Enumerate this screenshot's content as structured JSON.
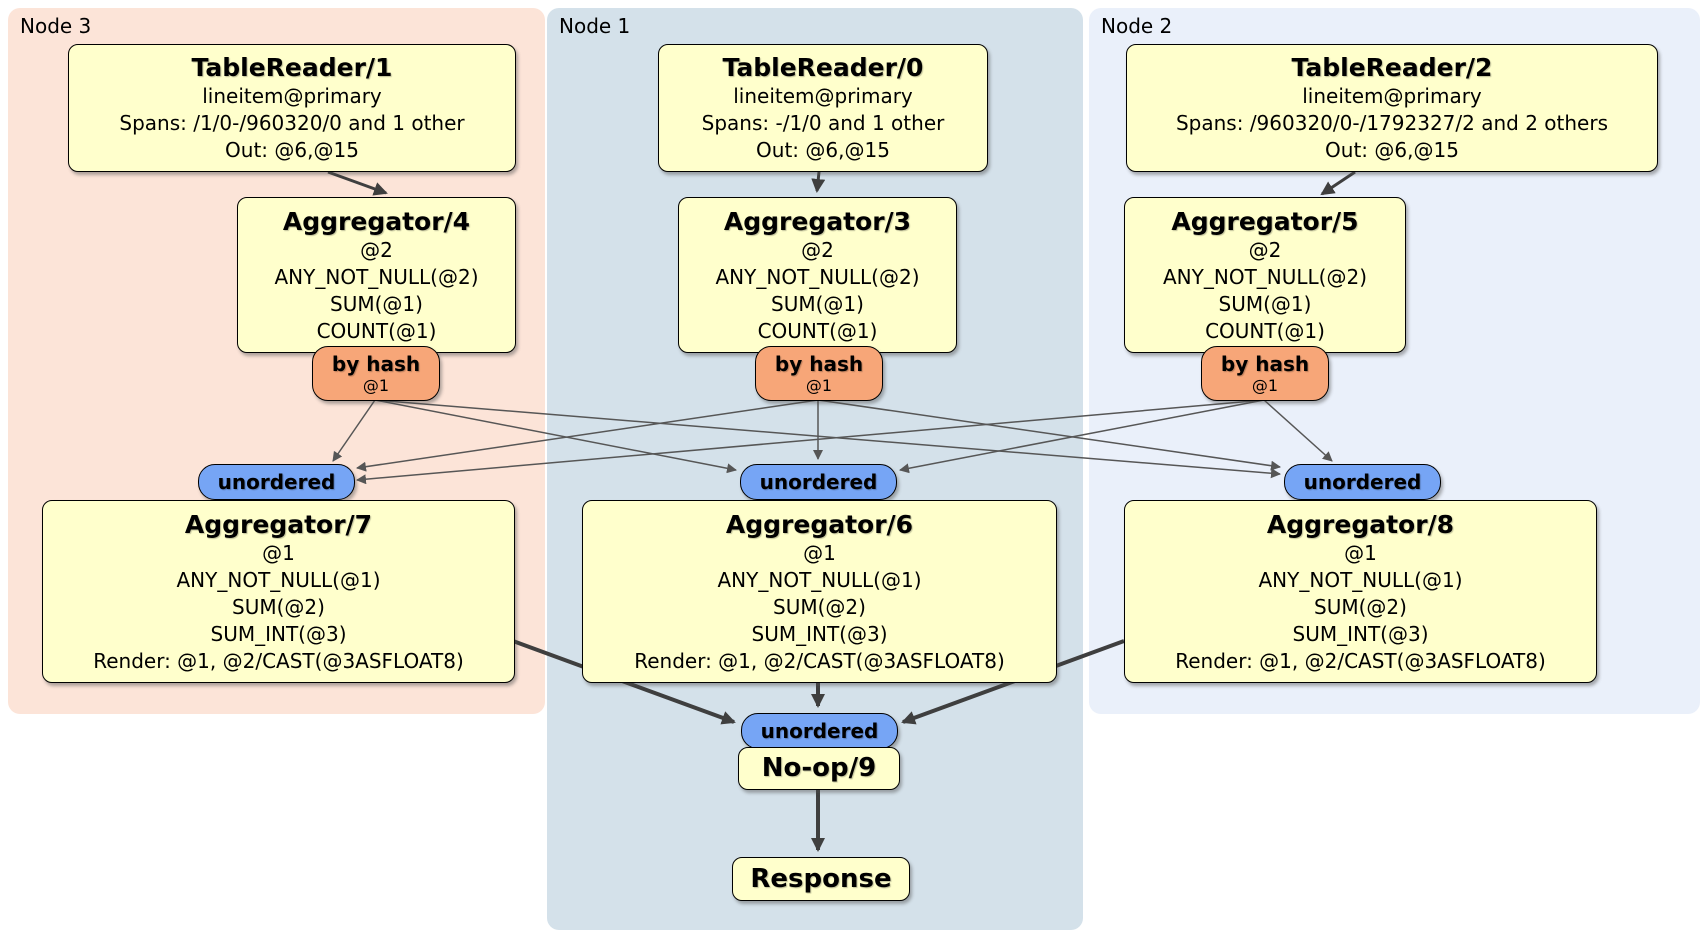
{
  "groups": {
    "node3": {
      "label": "Node 3"
    },
    "node1": {
      "label": "Node 1"
    },
    "node2": {
      "label": "Node 2"
    }
  },
  "processors": {
    "tr1": {
      "title": "TableReader/1",
      "line1": "lineitem@primary",
      "line2": "Spans: /1/0-/960320/0 and 1 other",
      "line3": "Out: @6,@15"
    },
    "tr0": {
      "title": "TableReader/0",
      "line1": "lineitem@primary",
      "line2": "Spans: -/1/0 and 1 other",
      "line3": "Out: @6,@15"
    },
    "tr2": {
      "title": "TableReader/2",
      "line1": "lineitem@primary",
      "line2": "Spans: /960320/0-/1792327/2 and 2 others",
      "line3": "Out: @6,@15"
    },
    "agg4": {
      "title": "Aggregator/4",
      "line1": "@2",
      "line2": "ANY_NOT_NULL(@2)",
      "line3": "SUM(@1)",
      "line4": "COUNT(@1)"
    },
    "agg3": {
      "title": "Aggregator/3",
      "line1": "@2",
      "line2": "ANY_NOT_NULL(@2)",
      "line3": "SUM(@1)",
      "line4": "COUNT(@1)"
    },
    "agg5": {
      "title": "Aggregator/5",
      "line1": "@2",
      "line2": "ANY_NOT_NULL(@2)",
      "line3": "SUM(@1)",
      "line4": "COUNT(@1)"
    },
    "agg7": {
      "title": "Aggregator/7",
      "line1": "@1",
      "line2": "ANY_NOT_NULL(@1)",
      "line3": "SUM(@2)",
      "line4": "SUM_INT(@3)",
      "line5": "Render: @1, @2/CAST(@3ASFLOAT8)"
    },
    "agg6": {
      "title": "Aggregator/6",
      "line1": "@1",
      "line2": "ANY_NOT_NULL(@1)",
      "line3": "SUM(@2)",
      "line4": "SUM_INT(@3)",
      "line5": "Render: @1, @2/CAST(@3ASFLOAT8)"
    },
    "agg8": {
      "title": "Aggregator/8",
      "line1": "@1",
      "line2": "ANY_NOT_NULL(@1)",
      "line3": "SUM(@2)",
      "line4": "SUM_INT(@3)",
      "line5": "Render: @1, @2/CAST(@3ASFLOAT8)"
    },
    "noop": {
      "title": "No-op/9"
    },
    "response": {
      "title": "Response"
    }
  },
  "router": {
    "label": "by hash",
    "sub": "@1"
  },
  "sync": {
    "label": "unordered"
  },
  "colors": {
    "node3_bg": "#fce4d8",
    "node1_bg": "#d4e1ea",
    "node2_bg": "#eaf0fa",
    "processor_fill": "#ffffcc",
    "router_fill": "#f7a678",
    "sync_fill": "#76a5f5",
    "edge": "#3f3f3f"
  }
}
